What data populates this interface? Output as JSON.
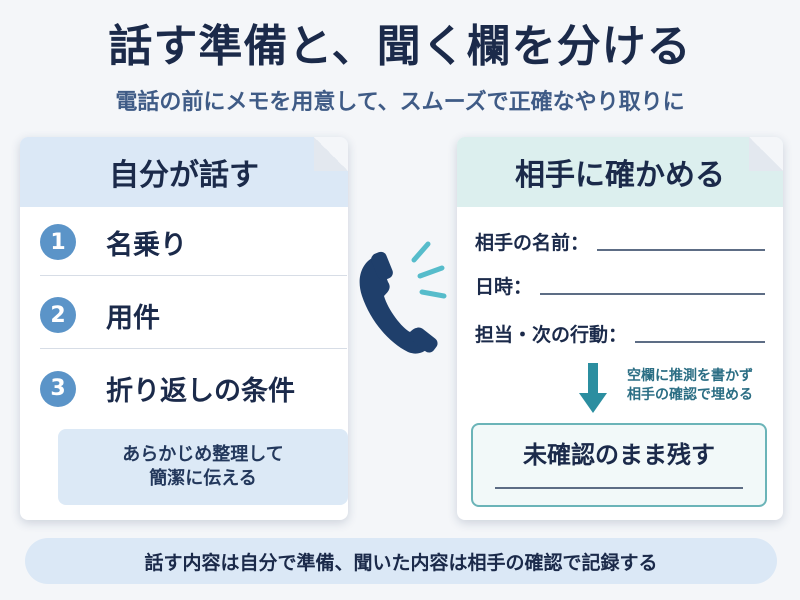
{
  "header": {
    "title": "話す準備と、聞く欄を分ける",
    "subtitle": "電話の前にメモを用意して、スムーズで正確なやり取りに"
  },
  "left_card": {
    "title": "自分が話す",
    "steps": [
      {
        "number": "1",
        "label": "名乗り"
      },
      {
        "number": "2",
        "label": "用件"
      },
      {
        "number": "3",
        "label": "折り返しの条件"
      }
    ],
    "note_line1": "あらかじめ整理して",
    "note_line2": "簡潔に伝える"
  },
  "right_card": {
    "title": "相手に確かめる",
    "fields": [
      {
        "label": "相手の名前："
      },
      {
        "label": "日時："
      },
      {
        "label": "担当・次の行動："
      }
    ],
    "arrow_note_line1": "空欄に推測を書かず",
    "arrow_note_line2": "相手の確認で埋める",
    "unconfirmed_label": "未確認のまま残す"
  },
  "footer": {
    "text": "話す内容は自分で準備、聞いた内容は相手の確認で記録する"
  },
  "icons": {
    "phone": "phone-icon",
    "arrow": "arrow-down-icon"
  },
  "colors": {
    "navy": "#1b2a4a",
    "step_circle": "#5b94c8",
    "left_header": "#dbe8f6",
    "right_header": "#dcefee",
    "teal": "#2b8ea0",
    "phone": "#1f3f6b"
  }
}
